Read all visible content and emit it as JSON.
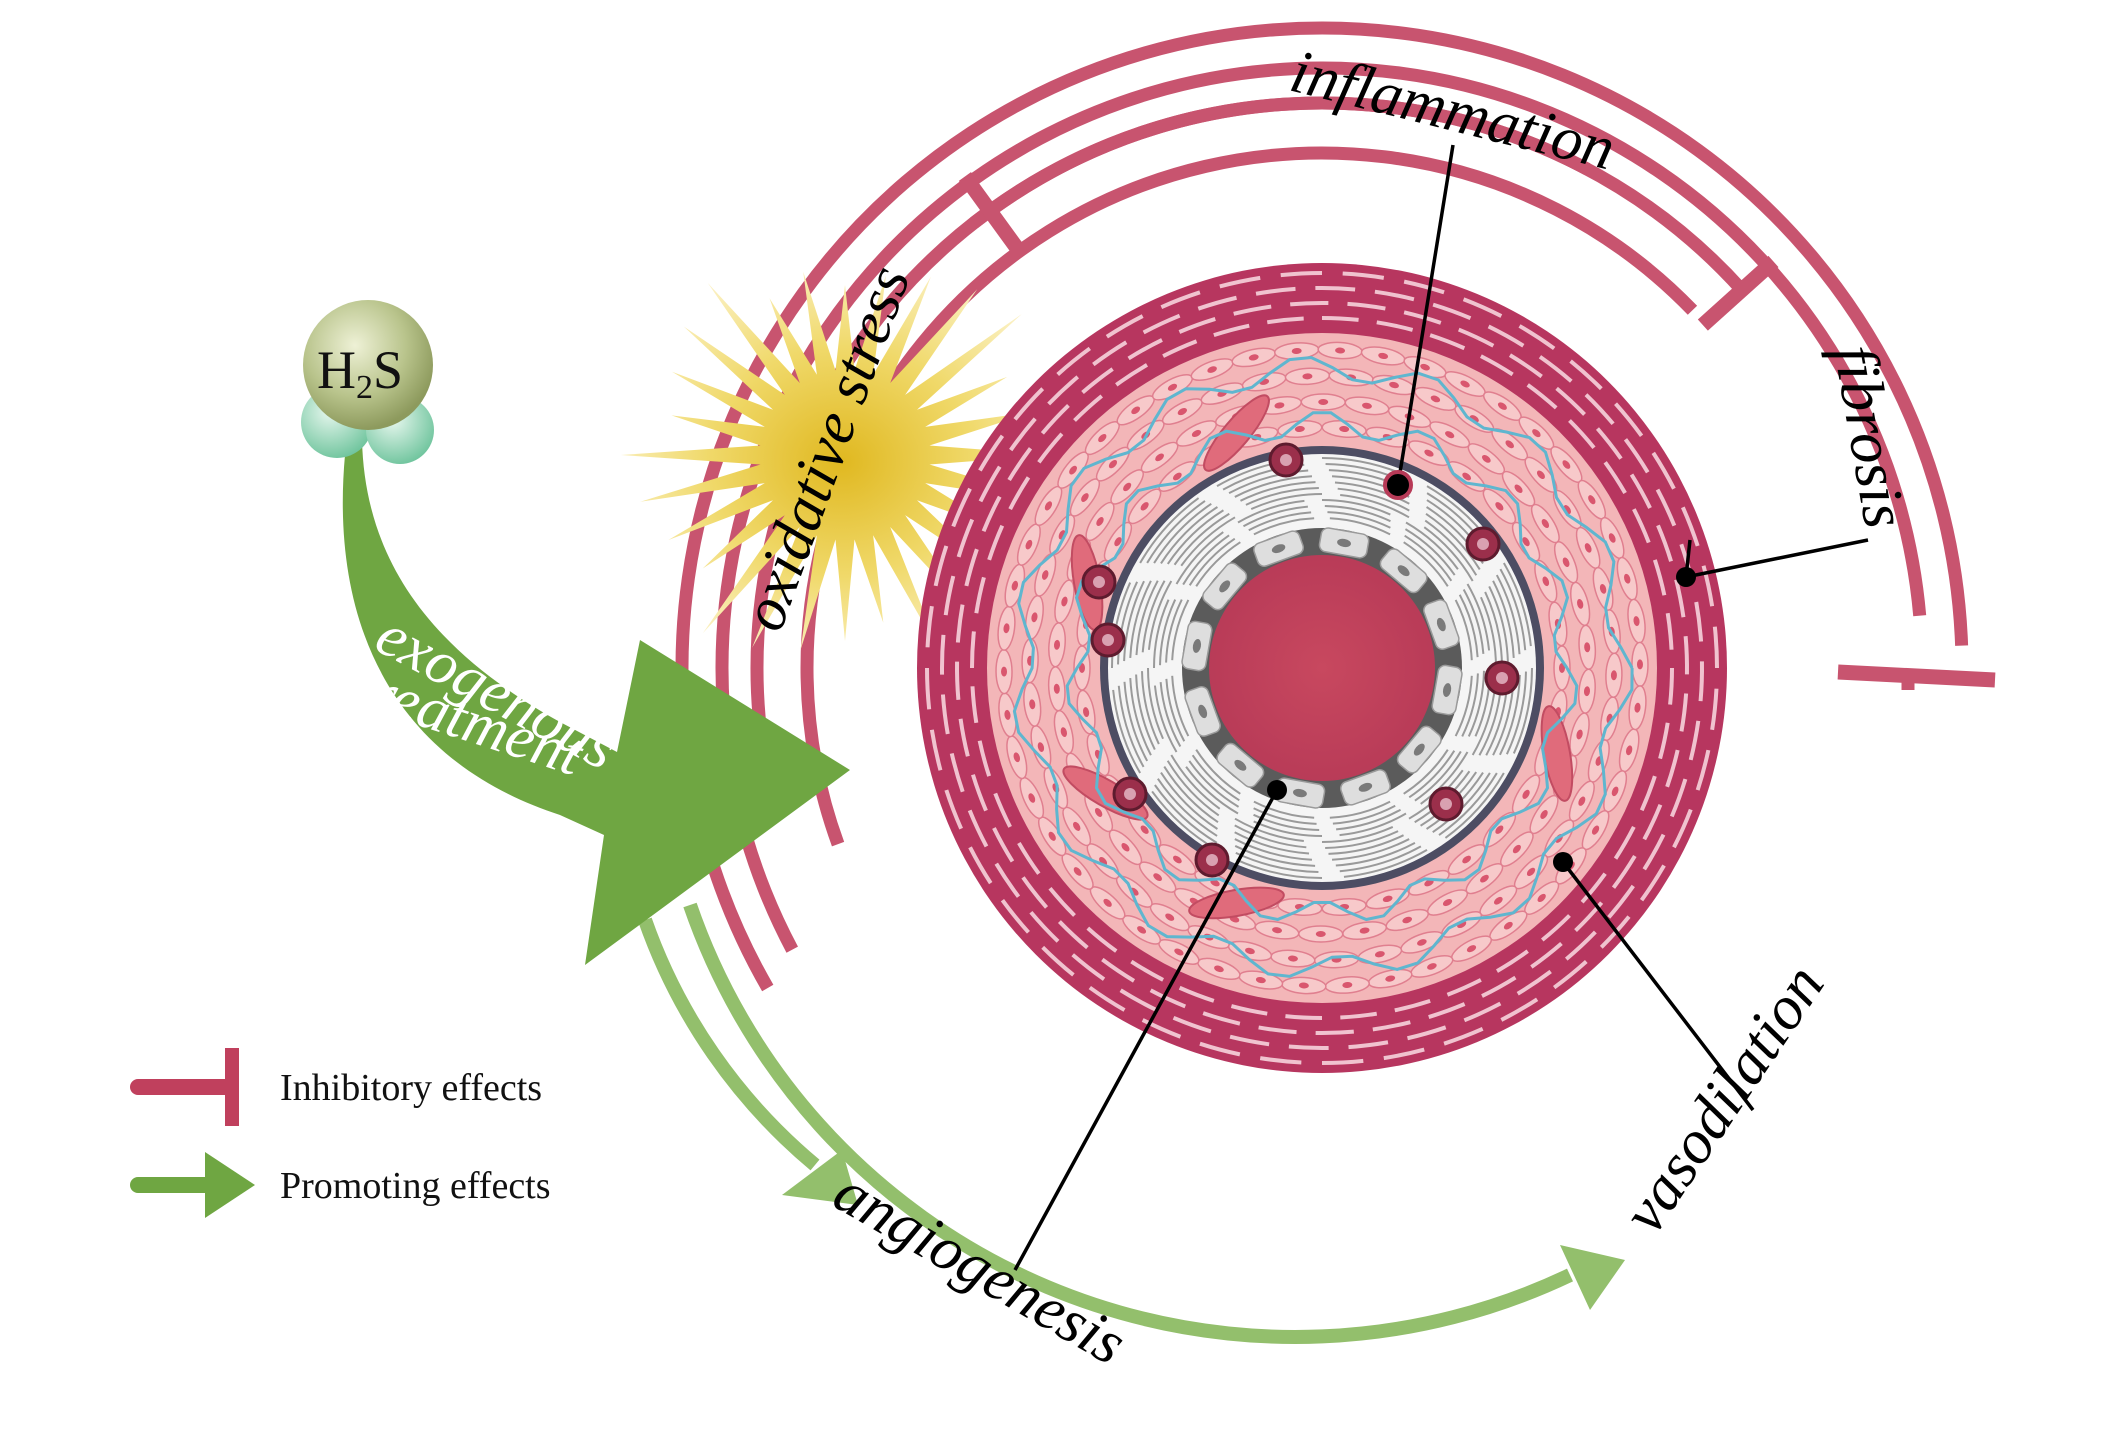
{
  "molecule": {
    "h": "H",
    "sub": "2",
    "s": "S"
  },
  "arrow_text": {
    "line1": "exogenous",
    "line2": "treatment"
  },
  "burst_text": "oxidative stress",
  "effects": {
    "inflammation": "inflammation",
    "fibrosis": "fibrosis",
    "vasodilation": "vasodilation",
    "angiogenesis": "angiogenesis"
  },
  "legend": {
    "inhibitory": "Inhibitory effects",
    "promoting": "Promoting effects"
  },
  "colors": {
    "inhibit": "#c8546f",
    "promote_dark": "#6fa642",
    "promote_light": "#93bf6c",
    "burst": "#e9c82f",
    "lumen": "#c0405d",
    "adventitia": "#b7365f",
    "media": "#f3b6b8"
  }
}
